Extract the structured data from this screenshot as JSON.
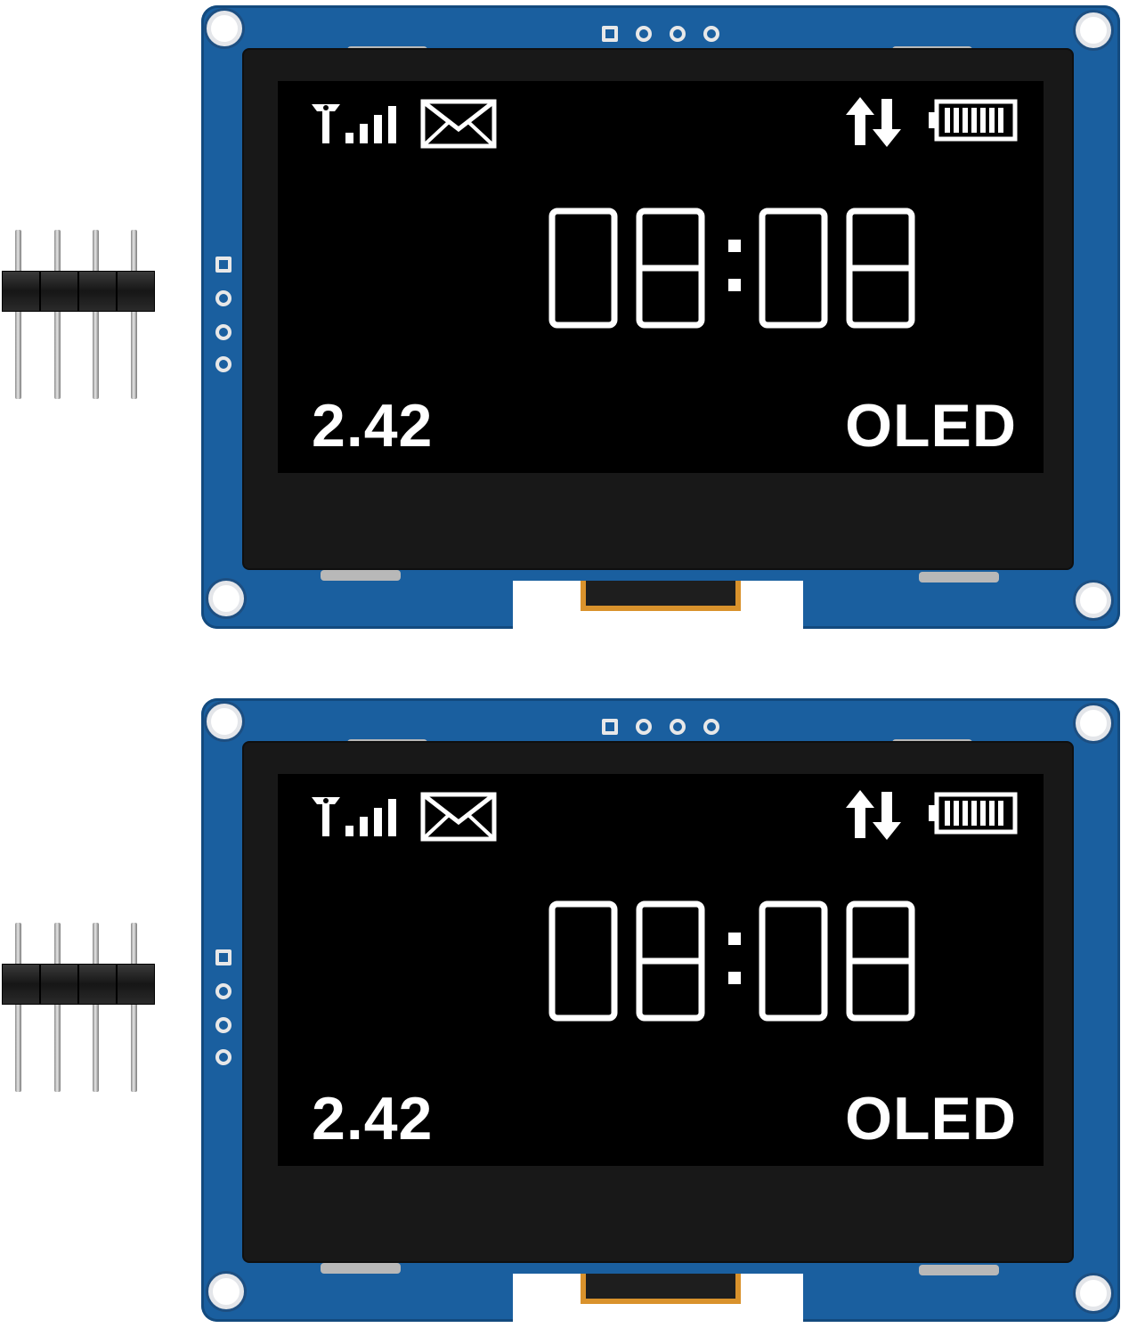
{
  "modules": [
    {
      "display": {
        "time": "08:08",
        "size": "2.42",
        "tech": "OLED",
        "icons": [
          "signal-strength-icon",
          "envelope-icon",
          "up-down-arrows-icon",
          "battery-full-icon"
        ]
      }
    },
    {
      "display": {
        "time": "08:08",
        "size": "2.42",
        "tech": "OLED",
        "icons": [
          "signal-strength-icon",
          "envelope-icon",
          "up-down-arrows-icon",
          "battery-full-icon"
        ]
      }
    }
  ],
  "colors": {
    "pcb": "#1a5f9f",
    "screen": "#000000",
    "pixels": "#ffffff",
    "ribbon": "#d9922c"
  }
}
